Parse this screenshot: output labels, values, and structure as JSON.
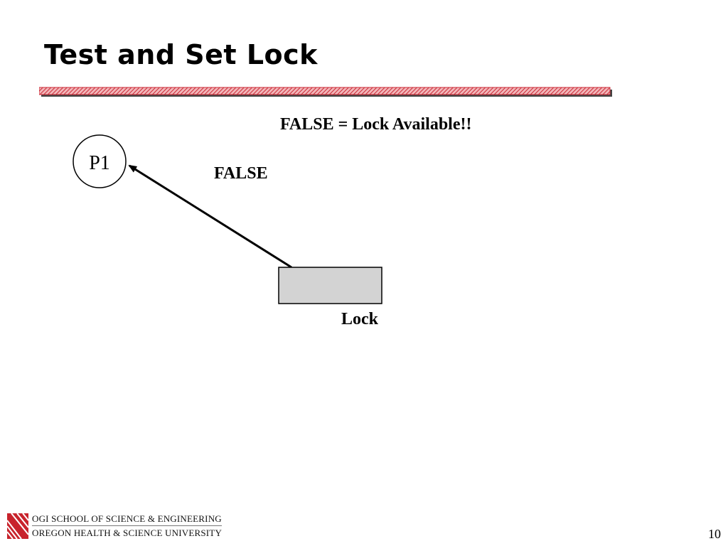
{
  "slide": {
    "title": "Test and Set Lock",
    "page_number": "10"
  },
  "diagram": {
    "legend": "FALSE = Lock Available!!",
    "process_label": "P1",
    "value_label": "FALSE",
    "lock_label": "Lock",
    "lock_fill": "#d3d3d3",
    "rule_color": "#cc2a36"
  },
  "footer": {
    "line1": "OGI SCHOOL OF SCIENCE & ENGINEERING",
    "line2": "OREGON HEALTH & SCIENCE UNIVERSITY",
    "logo_color": "#c8232c"
  }
}
